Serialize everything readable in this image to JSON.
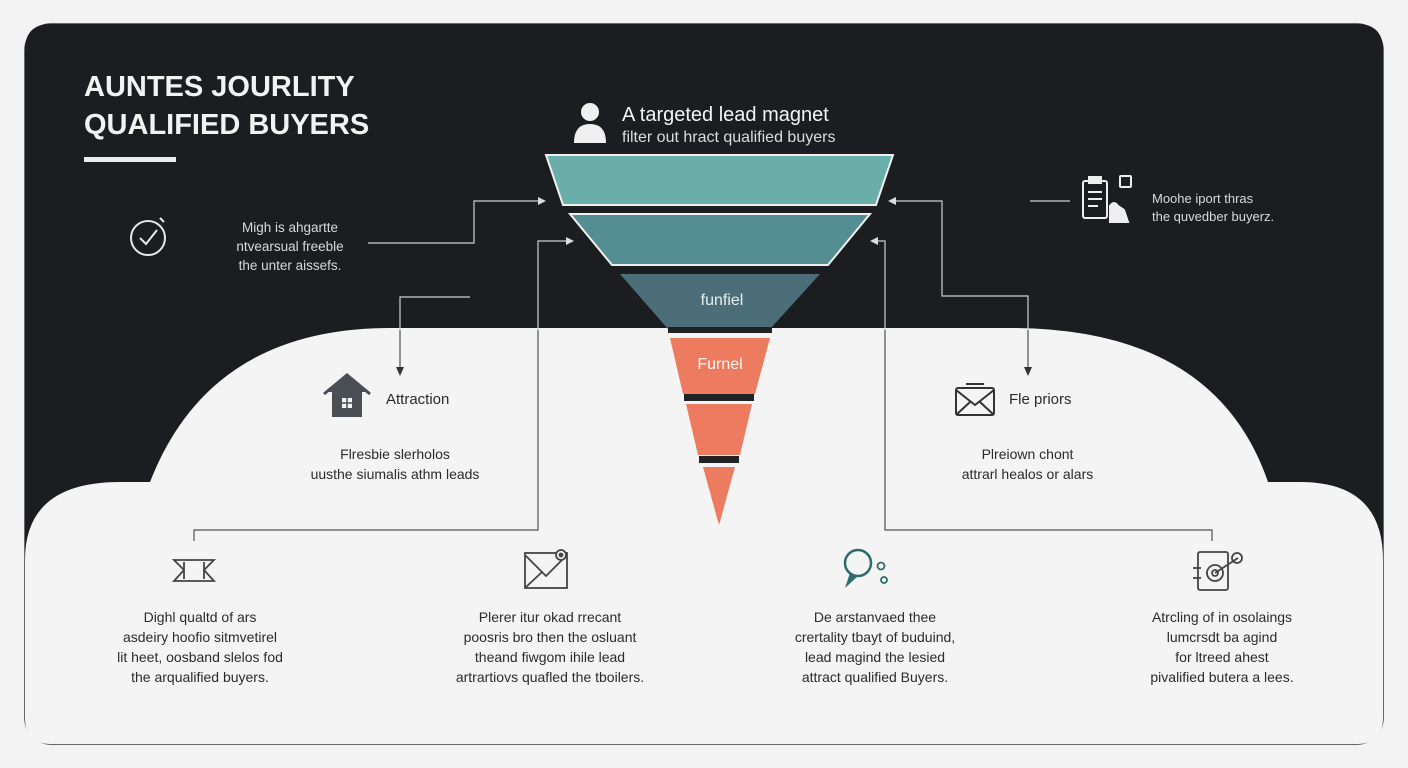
{
  "title": {
    "line1": "AUNTES JOURLITY",
    "line2": "QUALIFIED BUYERS"
  },
  "lead_magnet": {
    "title": "A targeted lead magnet",
    "subtitle": "filter out hract qualified buyers"
  },
  "left_note": {
    "lines": [
      "Migh is ahgartte",
      "ntvearsual freeble",
      "the unter aissefs."
    ]
  },
  "right_note": {
    "lines": [
      "Moohe iport thras",
      "the quvedber buyerz."
    ]
  },
  "stages": {
    "attraction": {
      "label": "Attraction",
      "desc": [
        "Flresbie slerholos",
        "uusthe siumalis athm leads"
      ]
    },
    "flepriors": {
      "label": "Fle priors",
      "desc": [
        "Plreiown chont",
        "attrarl healos or alars"
      ]
    }
  },
  "funnel": {
    "label_top": "funfiel",
    "label_bottom": "Furnel"
  },
  "columns": [
    {
      "icon": "bowtie-icon",
      "lines": [
        "Dighl qualtd of ars",
        "asdeiry hoofio sitmvetirel",
        "lit heet, oosband slelos fod",
        "the arqualified buyers."
      ]
    },
    {
      "icon": "envelope-icon",
      "lines": [
        "Plerer itur okad rrecant",
        "poosris bro then the osluant",
        "theand fiwgom ihile lead",
        "artrartiovs quafled the tboilers."
      ]
    },
    {
      "icon": "search-bubble-icon",
      "lines": [
        "De arstanvaed thee",
        "crertality tbayt of buduind,",
        "lead magind the lesied",
        "attract qualified Buyers."
      ]
    },
    {
      "icon": "target-icon",
      "lines": [
        "Atrcling of in osolaings",
        "lumcrsdt ba agind",
        "for ltreed ahest",
        "pivalified butera a lees."
      ]
    }
  ],
  "colors": {
    "dark_bg": "#1c1d21",
    "light_bg": "#f3f3f3",
    "teal_light": "#6aaeaa",
    "teal_mid": "#548d92",
    "teal_dark": "#4c6e78",
    "coral": "#ec7b5f"
  }
}
